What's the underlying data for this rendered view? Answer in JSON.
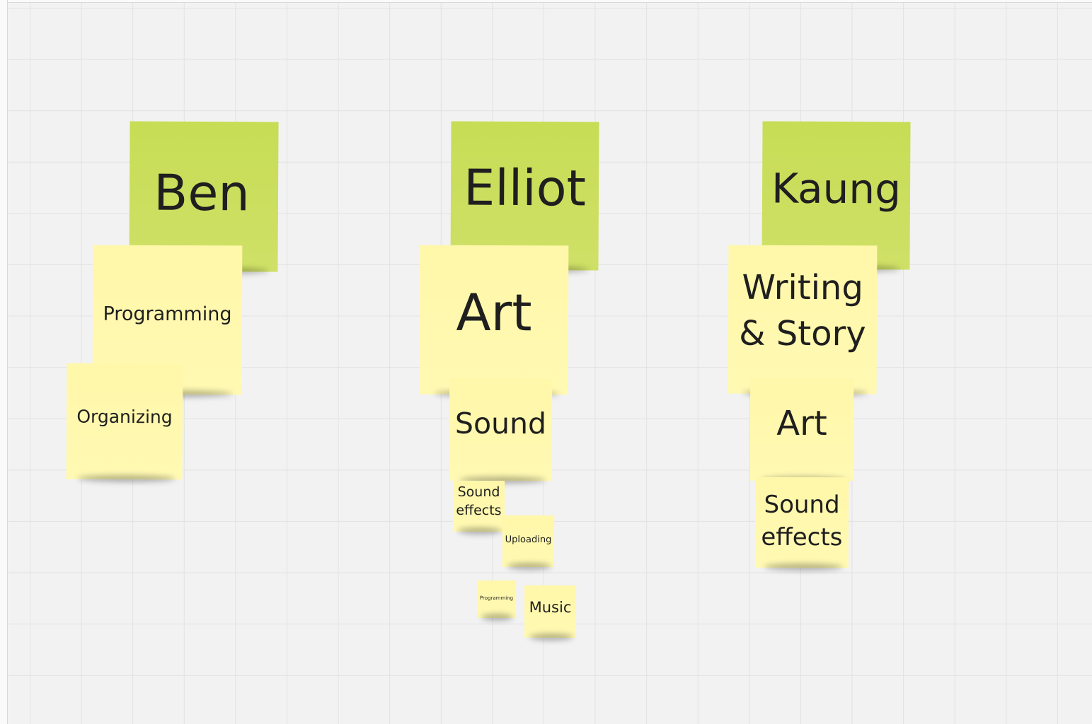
{
  "board": {
    "colors": {
      "green_note": "#c7dd55",
      "yellow_note": "#fff9b1",
      "grid_line": "#e2e2e2",
      "background": "#f2f2f2"
    },
    "columns": [
      {
        "name": "Ben",
        "notes": [
          "Programming",
          "Organizing"
        ]
      },
      {
        "name": "Elliot",
        "notes": [
          "Art",
          "Sound",
          "Sound effects",
          "Uploading",
          "Programming",
          "Music"
        ]
      },
      {
        "name": "Kaung",
        "notes": [
          "Writing & Story",
          "Art",
          "Sound effects"
        ]
      }
    ]
  },
  "text": {
    "ben": "Ben",
    "ben_programming": "Programming",
    "ben_organizing": "Organizing",
    "elliot": "Elliot",
    "elliot_art": "Art",
    "elliot_sound": "Sound",
    "elliot_sound_effects": "Sound\neffects",
    "elliot_uploading": "Uploading",
    "elliot_programming": "Programming",
    "elliot_music": "Music",
    "kaung": "Kaung",
    "kaung_writing": "Writing\n& Story",
    "kaung_art": "Art",
    "kaung_sound_effects": "Sound\neffects"
  }
}
